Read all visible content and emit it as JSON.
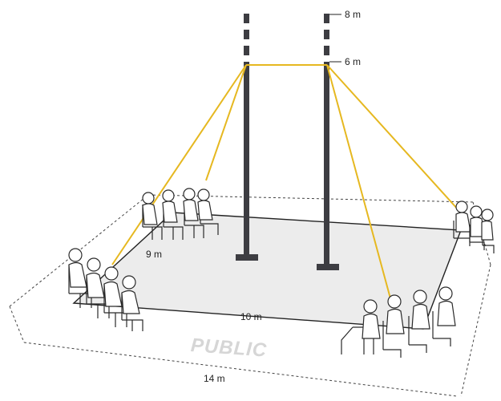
{
  "labels": {
    "height_top": "8 m",
    "height_mid": "6 m",
    "depth": "9 m",
    "width_stage": "10 m",
    "width_total": "14 m",
    "audience": "PUBLIC"
  },
  "colors": {
    "stage_floor": "#ececec",
    "mast": "#3d3d42",
    "cable": "#e6b820",
    "outline": "#222222"
  }
}
